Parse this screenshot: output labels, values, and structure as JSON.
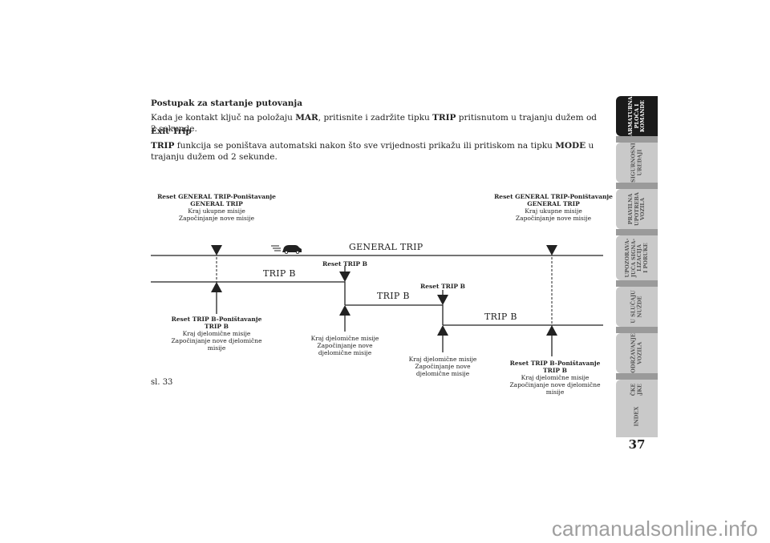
{
  "heading1": "Postupak za startanje putovanja",
  "para1": {
    "t1": "Kada je kontakt ključ na položaju ",
    "b1": "MAR",
    "t2": ", pritisnite i zadržite tipku ",
    "b2": "TRIP",
    "t3": " pritisnutom u trajanju dužem od 2 sekunde."
  },
  "heading2": "Exit Trip",
  "para2": {
    "b1": "TRIP",
    "t1": " funkcija se poništava automatski nakon što sve vrijednosti prikažu ili pritiskom na tipku ",
    "b2": "MODE",
    "t2": " u trajanju dužem od 2 sekunde."
  },
  "diagram": {
    "general_trip": "GENERAL TRIP",
    "trip_b": "TRIP B",
    "top_left": {
      "title": "Reset GENERAL TRIP-Poništavanje",
      "title2": "GENERAL TRIP",
      "l1": "Kraj ukupne misije",
      "l2": "Započinjanje nove misije"
    },
    "top_right": {
      "title": "Reset GENERAL TRIP-Poništavanje",
      "title2": "GENERAL TRIP",
      "l1": "Kraj ukupne misije",
      "l2": "Započinjanje nove misije"
    },
    "reset_b1": "Reset TRIP B",
    "reset_b2": "Reset TRIP B",
    "bottom_left": {
      "title": "Reset TRIP B-Poništavanje",
      "title2": "TRIP B",
      "l1": "Kraj djelomične misije",
      "l2": "Započinjanje nove djelomične",
      "l3": "misije"
    },
    "mid1": {
      "l1": "Kraj djelomične misije",
      "l2": "Započinjanje nove",
      "l3": "djelomične misije"
    },
    "mid2": {
      "l1": "Kraj djelomične misije",
      "l2": "Započinjanje nove",
      "l3": "djelomične misije"
    },
    "bottom_right": {
      "title": "Reset TRIP B-Poništavanje",
      "title2": "TRIP B",
      "l1": "Kraj djelomične misije",
      "l2": "Započinjanje nove djelomične",
      "l3": "misije"
    },
    "car_icon": "car-icon"
  },
  "figure_caption": "sl. 33",
  "side_tabs": [
    {
      "label": "ARMATURNA PLOČA I KOMANDE",
      "active": true
    },
    {
      "label": "SIGURNOSNI UREĐAJI"
    },
    {
      "label": "PRAVILNA UPOTREBA VOZILA"
    },
    {
      "label": "UPOZORAVA-JUĆA SIGNA-LIZACIJA I PORUKE"
    },
    {
      "label": "U SLUČAJU NUŽDE"
    },
    {
      "label": "ODRŽAVANJE VOZILA"
    },
    {
      "label": "TEHNIČKE ZNAČAJKE"
    },
    {
      "label": "INDEX"
    }
  ],
  "side_tab_lines": [
    [
      "ARMATURNA",
      "PLOČA I",
      "KOMANDE"
    ],
    [
      "SIGURNOSNI",
      "UREĐAJI"
    ],
    [
      "PRAVILNA",
      "UPOTREBA",
      "VOZILA"
    ],
    [
      "UPOZORAVA-",
      "JUĆA SIGNA-",
      "LIZACIJA",
      "I PORUKE"
    ],
    [
      "U SLUČAJU",
      "NUŽDE"
    ],
    [
      "ODRŽAVANJE",
      "VOZILA"
    ],
    [
      "TEHNIČKE",
      "ZNAČAJKE"
    ],
    [
      "INDEX"
    ]
  ],
  "page_number": "37",
  "watermark": "carmanualsonline.info",
  "colors": {
    "active_tab": "#1a1a1a",
    "tab": "#c9c9c9",
    "watermark": "#9e9e9e"
  }
}
